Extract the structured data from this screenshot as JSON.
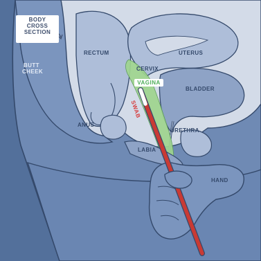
{
  "labels": {
    "body_cross_section": [
      "BODY",
      "CROSS",
      "SECTION"
    ],
    "rectum": "RECTUM",
    "uterus": "UTERUS",
    "butt_cheek": [
      "BUTT",
      "CHEEK"
    ],
    "cervix": "CERVIX",
    "vagina": "VAGINA",
    "bladder": "BLADDER",
    "swab": "SWAB",
    "anus": "ANUS",
    "urethra": "URETHRA",
    "labia": "LABIA",
    "hand": "HAND"
  },
  "colors": {
    "background": "#53709b",
    "body_mid": "#7b95be",
    "body_light": "#aebed9",
    "organ_pale": "#d3dbe8",
    "organ_dark": "#8ea3c6",
    "vagina_green": "#9fd58f",
    "swab_red": "#c93a34",
    "outline": "#34496b"
  },
  "icons": [
    "arrow-icon"
  ]
}
